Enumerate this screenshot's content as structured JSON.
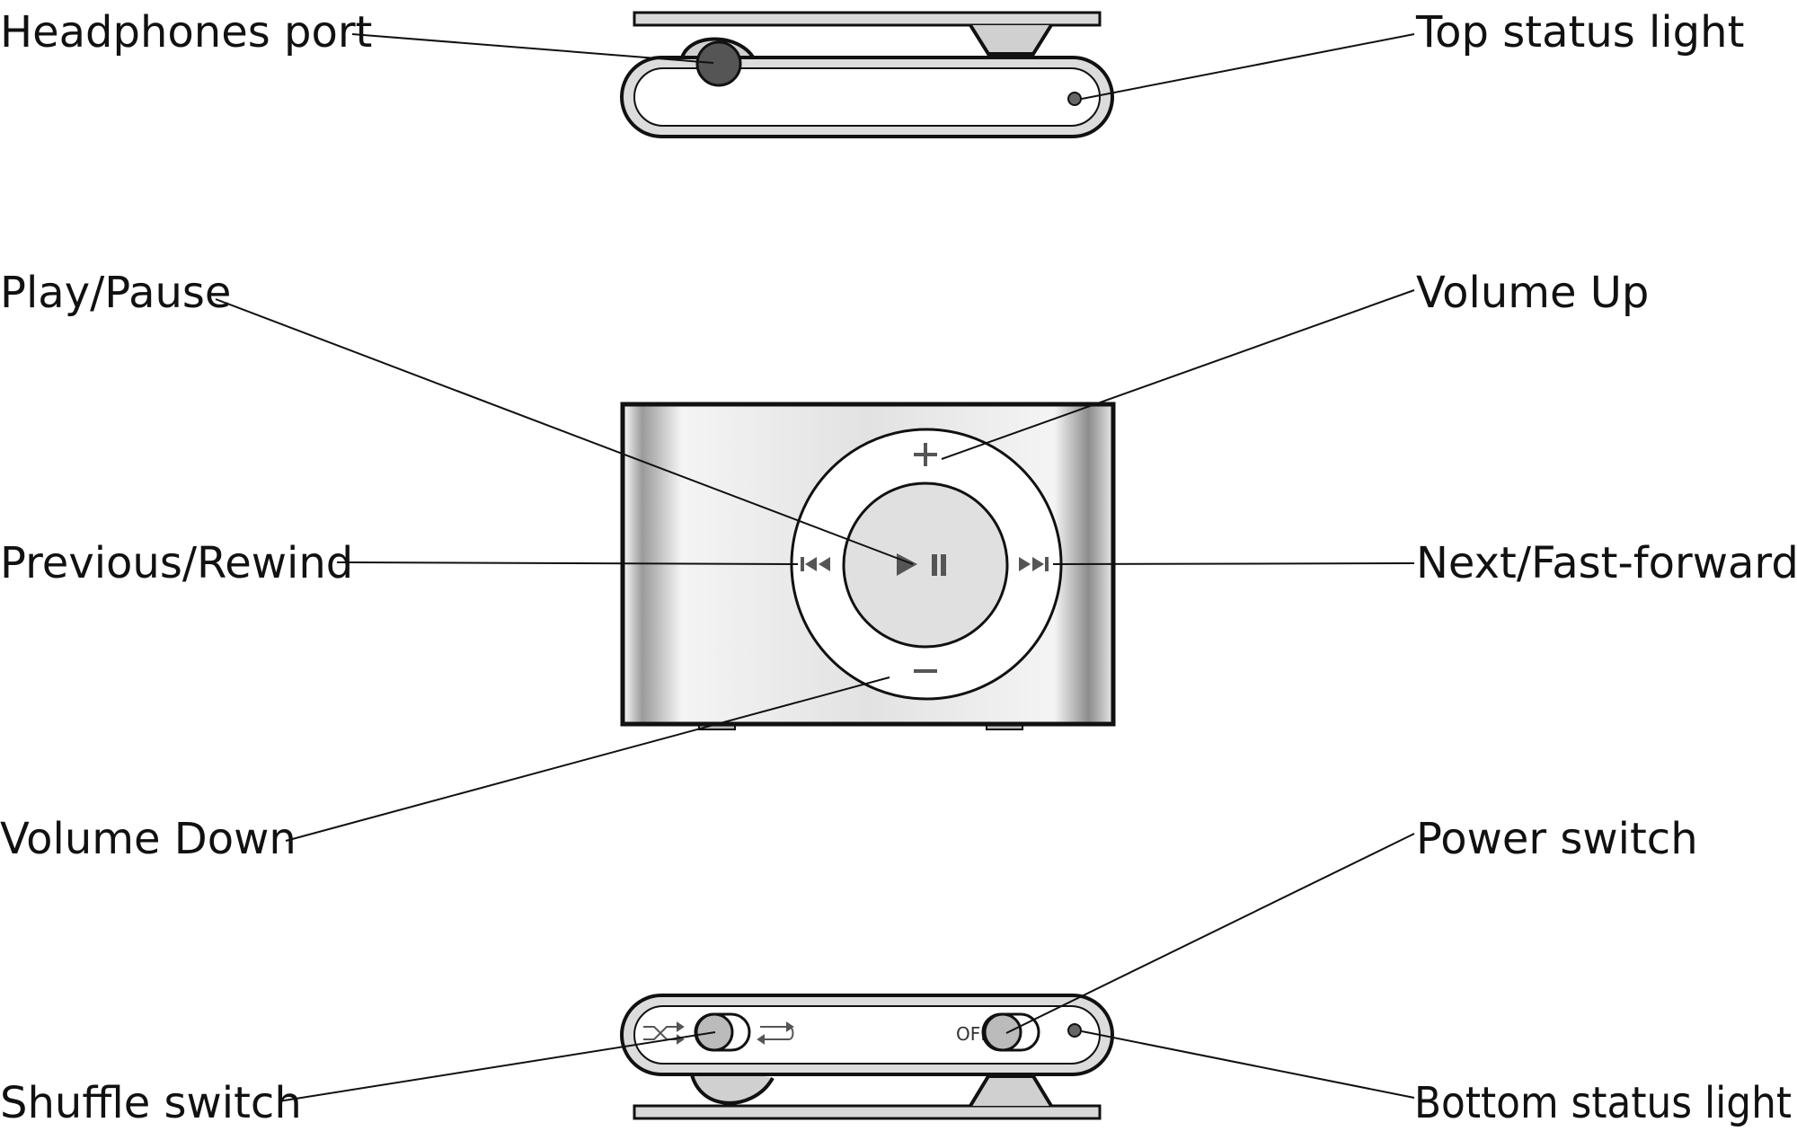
{
  "labels": {
    "headphones_port": "Headphones port",
    "top_status_light": "Top status light",
    "play_pause": "Play/Pause",
    "volume_up": "Volume Up",
    "previous_rewind": "Previous/Rewind",
    "next_fast_forward": "Next/Fast-forward",
    "volume_down": "Volume Down",
    "power_switch": "Power switch",
    "shuffle_switch": "Shuffle switch",
    "bottom_status_light": "Bottom status light"
  },
  "device_text": {
    "off": "OFF"
  },
  "icons": [
    "plus-icon",
    "minus-icon",
    "previous-icon",
    "next-icon",
    "play-pause-icon",
    "shuffle-icon",
    "repeat-icon"
  ]
}
